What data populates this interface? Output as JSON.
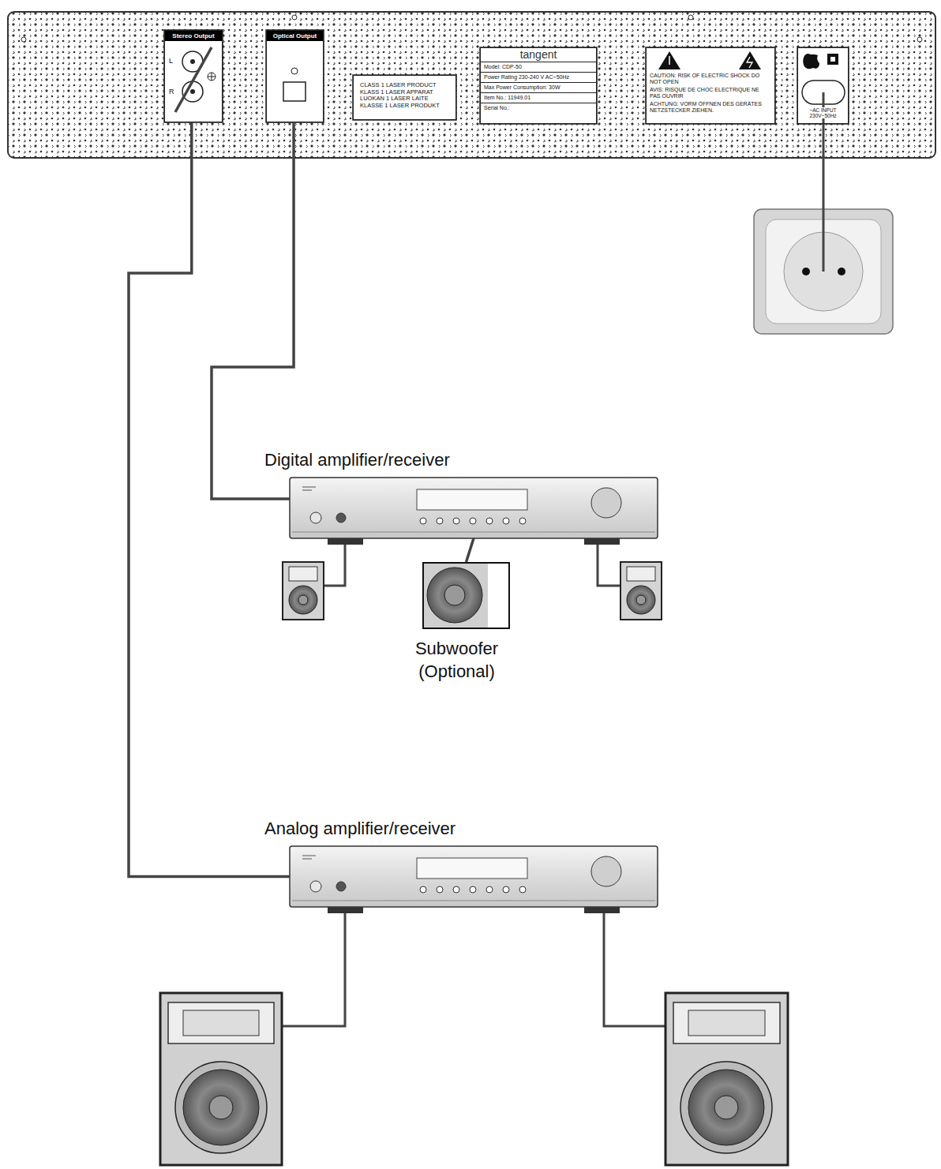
{
  "diagram": {
    "nodes": [
      {
        "text": [
          "Stereo Output",
          "L",
          "R"
        ]
      },
      {
        "text": [
          "Optical Output"
        ]
      },
      {
        "text": [
          "CLASS 1 LASER PRODUCT",
          "KLASS 1 LASER APPARAT",
          "LUOKAN 1 LASER LAITE",
          "KLASSE 1 LASER PRODUKT"
        ]
      },
      {
        "text": [
          "tangent",
          "Model: CDP-50",
          "Power Rating 230-240 V AC~50Hz",
          "Max Power Consumption: 30W",
          "Item No.: 11949.01",
          "Serial No.:"
        ]
      },
      {
        "text": [
          "CAUTION: RISK OF ELECTRIC SHOCK DO NOT OPEN",
          "AVIS: RISQUE DE CHOC ELECTRIQUE NE PAS OUVRIR",
          "ACHTUNG: VORM ÖFFNEN DES GERÄTES NETZSTECKER ZIEHEN."
        ]
      },
      {
        "text": [
          "~AC INPUT 230V~50Hz"
        ]
      },
      {
        "text": [
          "Digital amplifier/receiver"
        ]
      },
      {
        "text": [
          "Subwoofer (Optional)"
        ]
      },
      {
        "text": [
          "Analog amplifier/receiver"
        ]
      }
    ],
    "edges": [
      {
        "from": 0,
        "to": 8,
        "arrow": "none"
      },
      {
        "from": 1,
        "to": 6,
        "arrow": "none"
      },
      {
        "from": 6,
        "to": 7,
        "arrow": "none"
      }
    ]
  }
}
